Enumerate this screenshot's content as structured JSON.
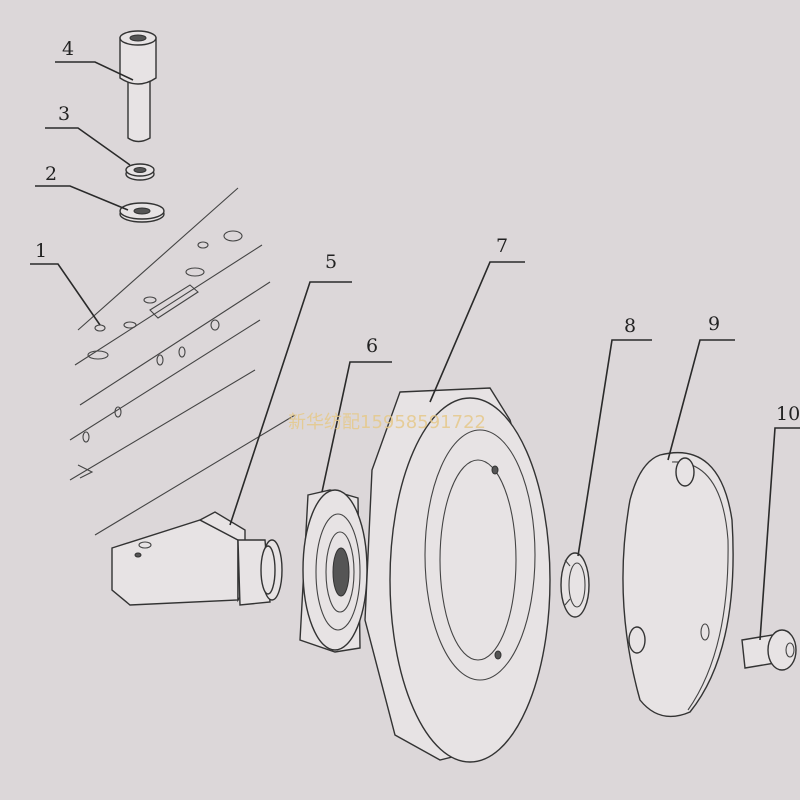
{
  "callouts": [
    {
      "id": "callout-1",
      "label": "1"
    },
    {
      "id": "callout-2",
      "label": "2"
    },
    {
      "id": "callout-3",
      "label": "3"
    },
    {
      "id": "callout-4",
      "label": "4"
    },
    {
      "id": "callout-5",
      "label": "5"
    },
    {
      "id": "callout-6",
      "label": "6"
    },
    {
      "id": "callout-7",
      "label": "7"
    },
    {
      "id": "callout-8",
      "label": "8"
    },
    {
      "id": "callout-9",
      "label": "9"
    },
    {
      "id": "callout-10",
      "label": "10"
    }
  ],
  "watermark": "新华纺配15958591722",
  "colors": {
    "paper": "#dcd7d9",
    "ink": "#2a2a2a",
    "watermark": "#e6c98a"
  }
}
